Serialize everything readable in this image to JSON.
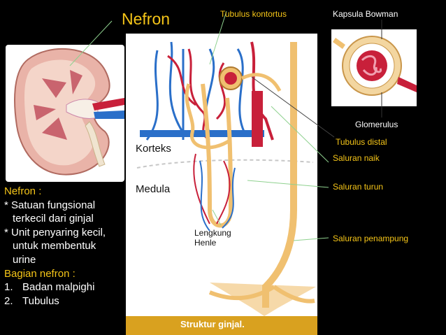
{
  "title": "Nefron",
  "caption": "Struktur ginjal.",
  "labels": {
    "tubulus_kontortus": "Tubulus kontortus",
    "kapsula_bowman": "Kapsula Bowman",
    "glomerulus": "Glomerulus",
    "tubulus_distal": "Tubulus distal",
    "saluran_naik": "Saluran naik",
    "saluran_turun": "Saluran turun",
    "saluran_penampung": "Saluran penampung",
    "korteks": "Korteks",
    "medula": "Medula",
    "lengkung_line1": "Lengkung",
    "lengkung_line2": "Henle"
  },
  "notes": {
    "heading": "Nefron :",
    "point1_line1": "* Satuan fungsional",
    "point1_line2": "terkecil dari ginjal",
    "point2_line1": "* Unit penyaring kecil,",
    "point2_line2": "untuk membentuk",
    "point2_line3": "urine",
    "subheading": "Bagian nefron :",
    "items": [
      {
        "num": "1.",
        "text": "Badan malpighi"
      },
      {
        "num": "2.",
        "text": "Tubulus"
      }
    ]
  },
  "colors": {
    "background": "#000000",
    "accent_yellow": "#f5c518",
    "artery_red": "#c8203a",
    "vein_blue": "#2a6fc9",
    "tubule_tan": "#f0c070",
    "caption_bar": "#d9a11f"
  }
}
